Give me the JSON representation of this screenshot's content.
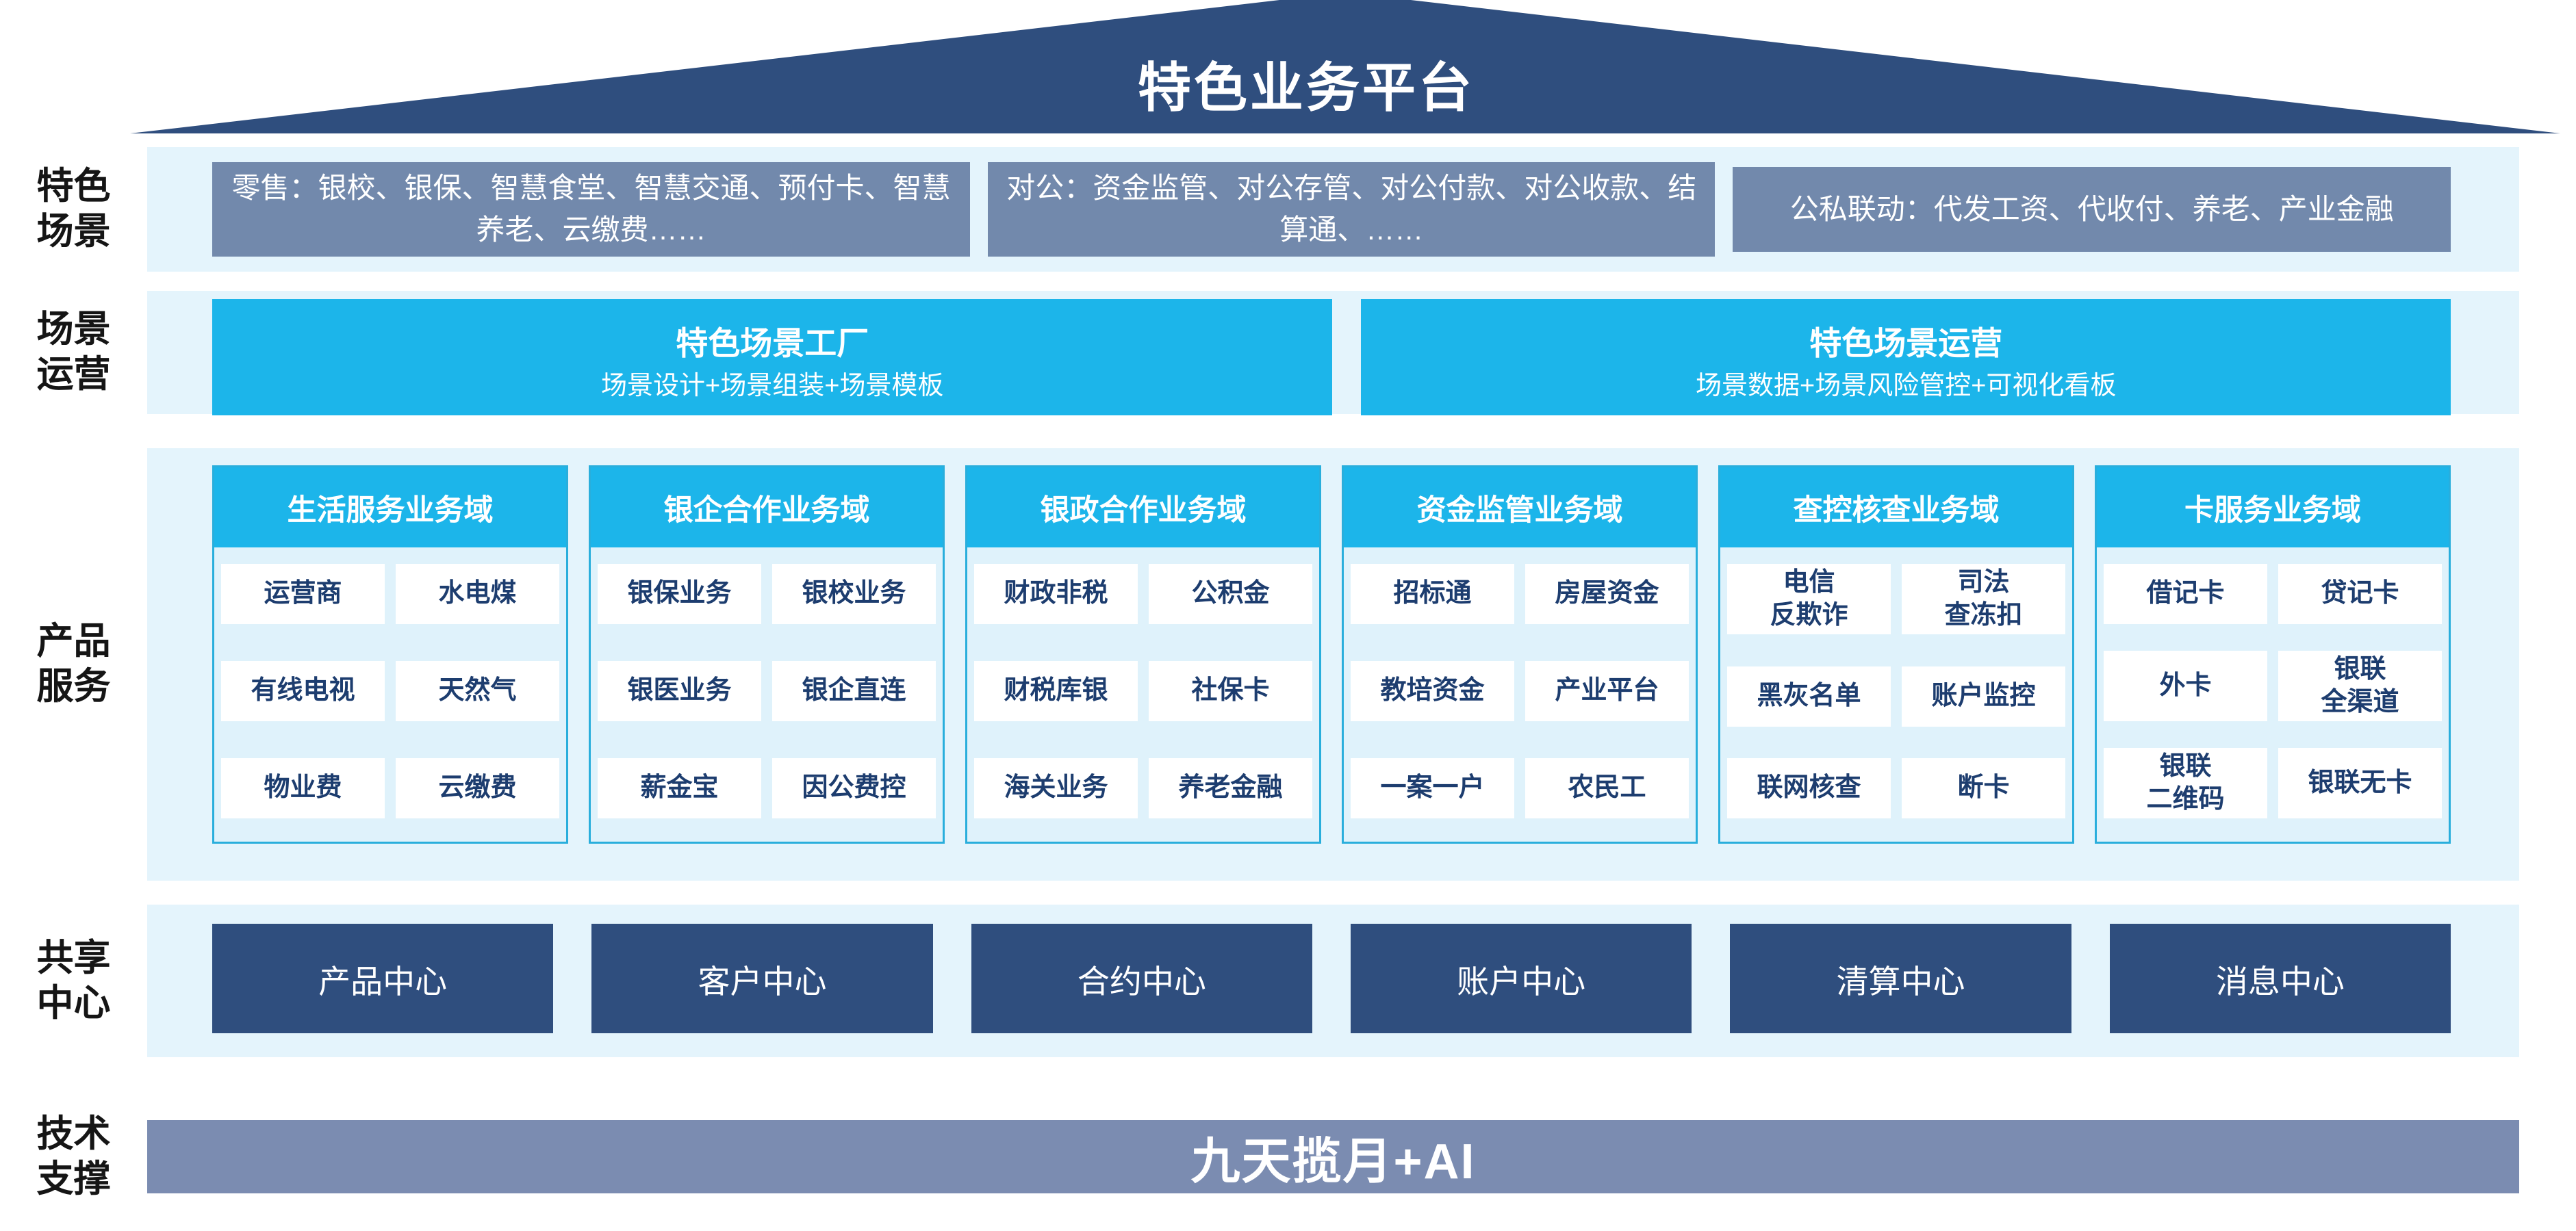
{
  "platform_title": "特色业务平台",
  "side_labels": {
    "scenes": "特色\n场景",
    "operations": "场景\n运营",
    "products": "产品\n服务",
    "centers": "共享\n中心",
    "tech": "技术\n支撑"
  },
  "scene_boxes": [
    "零售：银校、银保、智慧食堂、智慧交通、预付卡、智慧养老、云缴费……",
    "对公：资金监管、对公存管、对公付款、对公收款、结算通、……",
    "公私联动：代发工资、代收付、养老、产业金融"
  ],
  "operation_boxes": [
    {
      "title": "特色场景工厂",
      "subtitle": "场景设计+场景组装+场景模板"
    },
    {
      "title": "特色场景运营",
      "subtitle": "场景数据+场景风险管控+可视化看板"
    }
  ],
  "product_columns": [
    {
      "header": "生活服务业务域",
      "items": [
        "运营商",
        "水电煤",
        "有线电视",
        "天然气",
        "物业费",
        "云缴费"
      ]
    },
    {
      "header": "银企合作业务域",
      "items": [
        "银保业务",
        "银校业务",
        "银医业务",
        "银企直连",
        "薪金宝",
        "因公费控"
      ]
    },
    {
      "header": "银政合作业务域",
      "items": [
        "财政非税",
        "公积金",
        "财税库银",
        "社保卡",
        "海关业务",
        "养老金融"
      ]
    },
    {
      "header": "资金监管业务域",
      "items": [
        "招标通",
        "房屋资金",
        "教培资金",
        "产业平台",
        "一案一户",
        "农民工"
      ]
    },
    {
      "header": "查控核查业务域",
      "items": [
        "电信\n反欺诈",
        "司法\n查冻扣",
        "黑灰名单",
        "账户监控",
        "联网核查",
        "断卡"
      ]
    },
    {
      "header": "卡服务业务域",
      "items": [
        "借记卡",
        "贷记卡",
        "外卡",
        "银联\n全渠道",
        "银联\n二维码",
        "银联无卡"
      ]
    }
  ],
  "center_boxes": [
    "产品中心",
    "客户中心",
    "合约中心",
    "账户中心",
    "清算中心",
    "消息中心"
  ],
  "tech_bar": "九天揽月+AI",
  "colors": {
    "roof_navy": "#2F4E7E",
    "band_light_blue": "#E4F4FC",
    "scene_box_blue_gray": "#7289AC",
    "cyan": "#1CB5EA",
    "column_border": "#29AEDC",
    "column_body_blue": "#DFF2FB",
    "chip_text_navy": "#1D3D6F",
    "center_box_navy": "#2F4E7E",
    "tech_bar_gray_blue": "#7B8CB1"
  }
}
